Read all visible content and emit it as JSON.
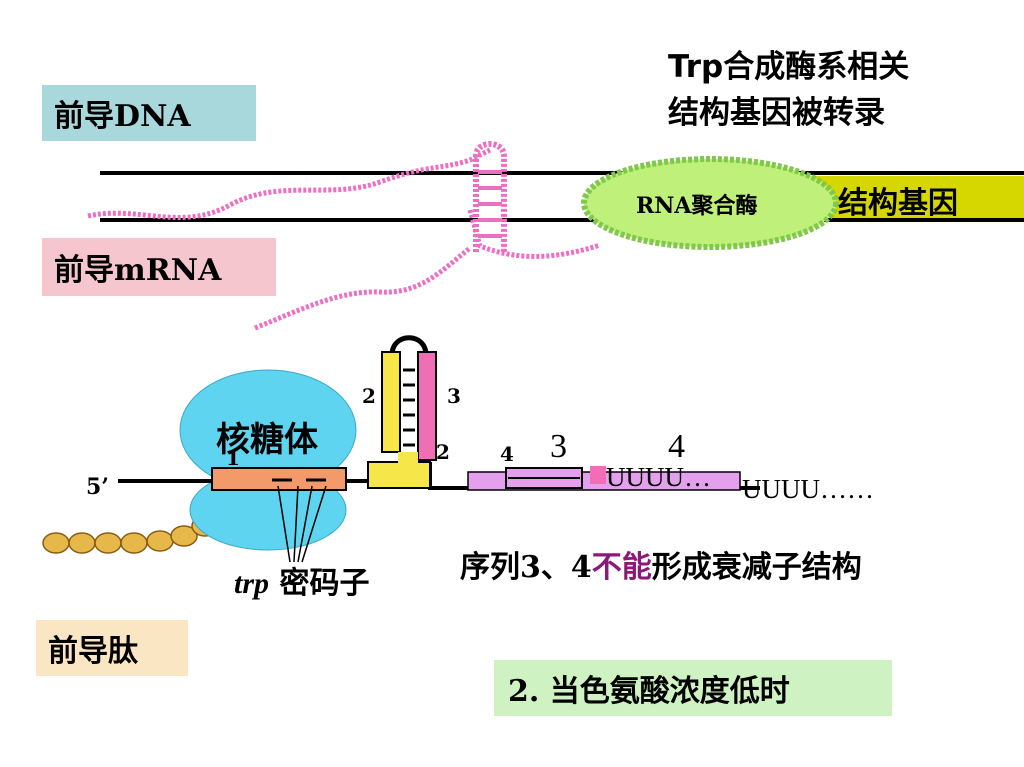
{
  "labels": {
    "leader_dna": "前导DNA",
    "leader_mrna": "前导mRNA",
    "leader_peptide": "前导肽",
    "title_line1": "Trp合成酶系相关",
    "title_line2": "结构基因被转录",
    "structural_gene": "结构基因",
    "rna_polymerase": "RNA聚合酶",
    "ribosome": "核糖体",
    "five_prime": "5’",
    "trp_italic": "trp",
    "codon": "密码子",
    "uuuu_1": "UUUU…",
    "uuuu_2": "UUUU……",
    "statement_pre": "序列3、4",
    "statement_emph": "不能",
    "statement_post": "形成衰减子结构",
    "condition": "2. 当色氨酸浓度低时"
  },
  "region_numbers": {
    "n1": "1",
    "n2_top": "2",
    "n3_top": "3",
    "n2_bottom": "2",
    "n4_small": "4",
    "n3_big": "3",
    "n4_big": "4"
  },
  "colors": {
    "dna_box": "#a8d8dc",
    "mrna_box": "#f6c6cf",
    "peptide_box": "#fbe6c4",
    "condition_box": "#cff2c2",
    "gene_band": "#d6d600",
    "polymerase_fill": "#bff07a",
    "polymerase_border": "#7fc84a",
    "ribosome": "#5fd4f0",
    "mrna_strand": "#ef6ec4",
    "region1": "#f39a6a",
    "region2": "#f6e64a",
    "region3": "#ef6eb4",
    "region4": "#e4a0ec",
    "peptide_bead": "#e6b84a",
    "emphasis_text": "#8a1a7a"
  }
}
